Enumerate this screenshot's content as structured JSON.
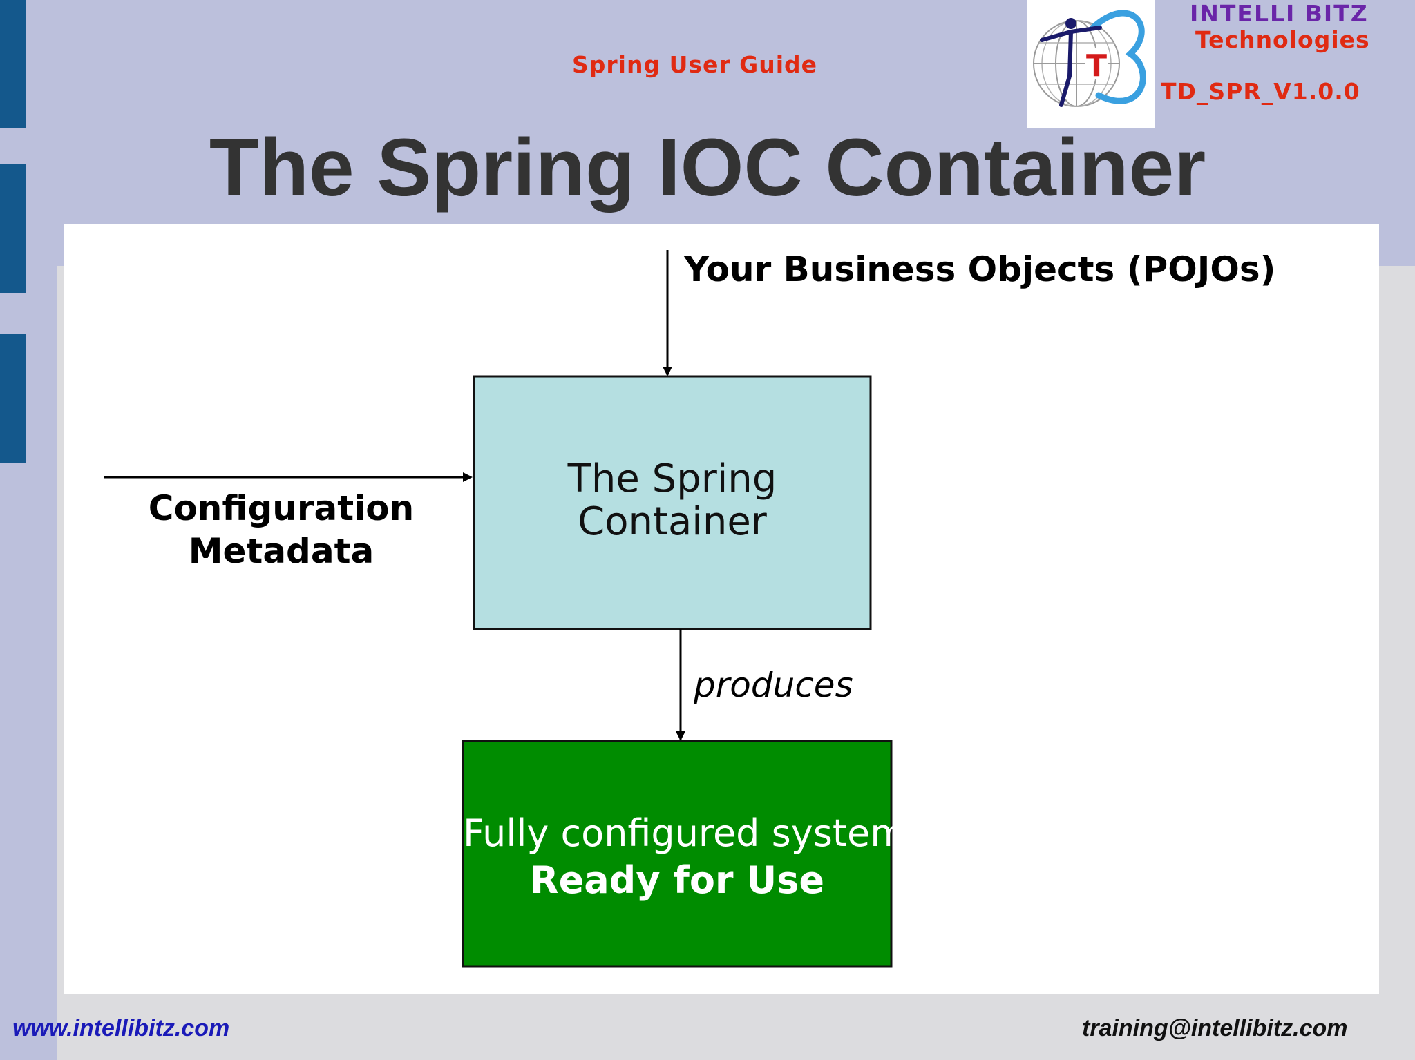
{
  "header": {
    "guide_title": "Spring User Guide",
    "brand_name": "INTELLI BITZ",
    "brand_subtitle": "Technologies",
    "doc_code": "TD_SPR_V1.0.0",
    "logo_letter": "T"
  },
  "slide": {
    "title": "The Spring IOC Container"
  },
  "diagram": {
    "input_top_label": "Your Business Objects (POJOs)",
    "input_left_label_line1": "Configuration",
    "input_left_label_line2": "Metadata",
    "container_label_line1": "The Spring",
    "container_label_line2": "Container",
    "edge_label": "produces",
    "output_label_line1": "Fully configured system",
    "output_label_line2": "Ready for Use",
    "colors": {
      "container_fill": "#b5dfe1",
      "output_fill": "#008c00",
      "edge_color": "#000000"
    }
  },
  "footer": {
    "website": "www.intellibitz.com",
    "email": "training@intellibitz.com"
  },
  "theme": {
    "background": "#bcc0dc",
    "side_bar": "#14588c",
    "accent_red": "#e02a12",
    "accent_purple": "#6a25a8"
  }
}
